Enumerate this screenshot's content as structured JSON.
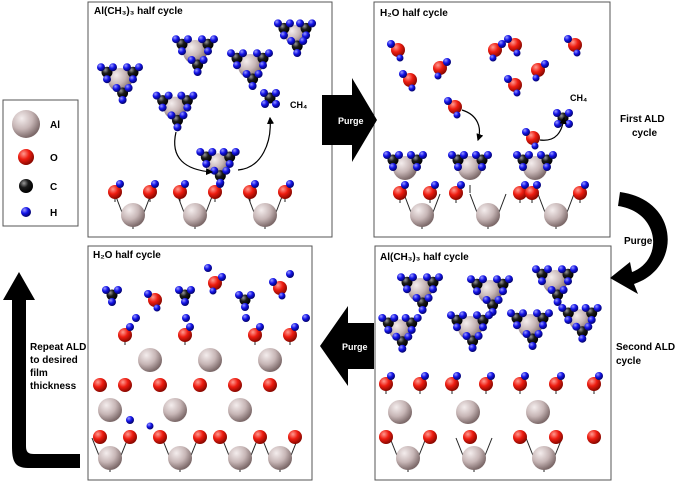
{
  "legend": {
    "items": [
      {
        "symbol": "Al",
        "color": "#c7b6b6",
        "kind": "al"
      },
      {
        "symbol": "O",
        "color": "#ee1c10",
        "kind": "o"
      },
      {
        "symbol": "C",
        "color": "#111111",
        "kind": "c"
      },
      {
        "symbol": "H",
        "color": "#1212e8",
        "kind": "h"
      }
    ]
  },
  "panels": {
    "p1_title": "Al(CH₃)₃ half cycle",
    "p2_title": "H₂O half cycle",
    "p3_title": "Al(CH₃)₃ half cycle",
    "p4_title": "H₂O half cycle",
    "ch4_label": "CH₄"
  },
  "arrows": {
    "purge": "Purge"
  },
  "notes": {
    "first_cycle_line1": "First ALD",
    "first_cycle_line2": "cycle",
    "second_cycle_line1": "Second ALD",
    "second_cycle_line2": "cycle",
    "repeat_line1": "Repeat ALD",
    "repeat_line2": "to desired",
    "repeat_line3": "film",
    "repeat_line4": "thickness",
    "dots": "."
  }
}
